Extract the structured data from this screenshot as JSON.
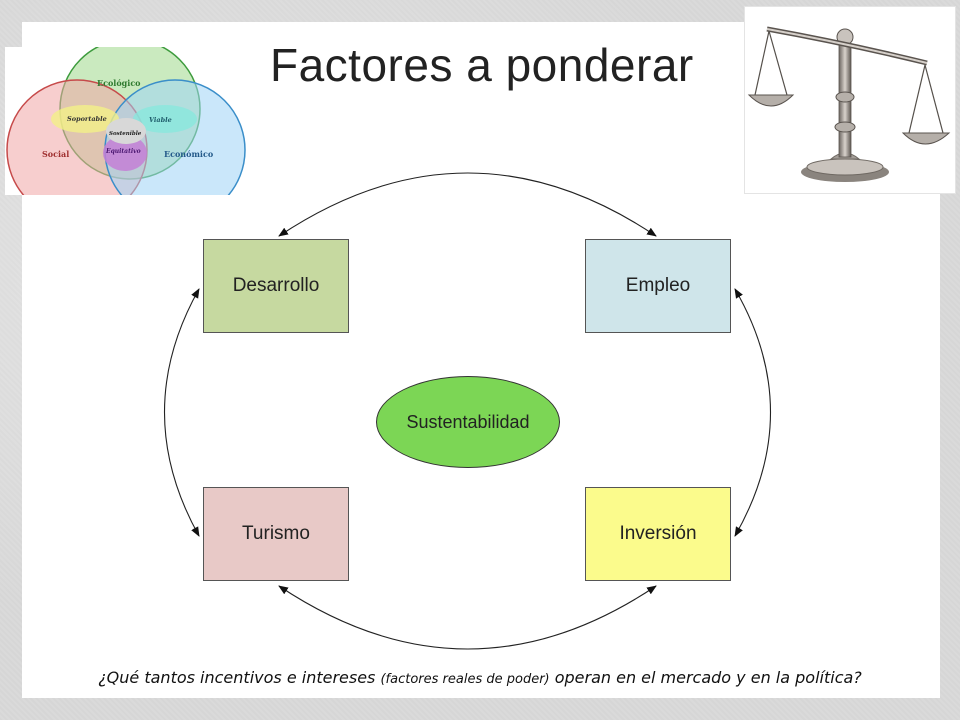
{
  "slide": {
    "title": "Factores a ponderar",
    "venn": {
      "circles": {
        "top": "Ecológico",
        "left": "Social",
        "right": "Económico"
      },
      "overlaps": {
        "top_left": "Soportable",
        "top_right": "Viable",
        "center": "Sostenible",
        "left_right": "Equitativo"
      },
      "colors": {
        "top": "#9fd88a",
        "left": "#f1a5a5",
        "right": "#9fd3f5",
        "top_left": "#f3f088",
        "top_right": "#88e7dd",
        "left_right": "#c47fd6",
        "center": "#d8d8d8"
      }
    },
    "scales_image": "balance-scale-icon",
    "diagram": {
      "nodes": {
        "desarrollo": "Desarrollo",
        "empleo": "Empleo",
        "turismo": "Turismo",
        "inversion": "Inversión",
        "center": "Sustentabilidad"
      },
      "colors": {
        "desarrollo": "#c6d9a0",
        "empleo": "#cfe5ea",
        "turismo": "#e8c9c7",
        "inversion": "#fbfb8c",
        "center": "#7cd655"
      }
    },
    "question": {
      "part1": "¿Qué tantos incentivos e intereses ",
      "part2": "(factores reales de poder)",
      "part3": " operan en el mercado y en la política?"
    }
  }
}
